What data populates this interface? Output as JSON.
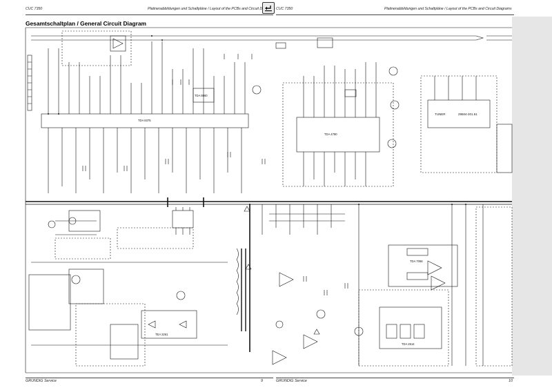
{
  "header": {
    "model_left": "CUC 7350",
    "subtitle_left": "Platinenabbildungen und Schaltpläne / Layout of the PCBs and Circuit Diagrams",
    "model_right": "CUC 7350",
    "subtitle_right": "Platinenabbildungen und Schaltpläne / Layout of the PCBs and Circuit Diagrams"
  },
  "navigation": {
    "back_icon": "return-arrow-icon"
  },
  "page_title": "Gesamtschaltplan / General Circuit Diagram",
  "diagram_labels": {
    "tuner": "TUNER",
    "tuner_part": "29504-201.51",
    "ic_main_left": "TDA 8375",
    "ic_main_right": "TDA 4780",
    "ic_audio": "TDA 7056",
    "ic_power": "TEA 2261",
    "ic_sync": "TDA 9860",
    "ic_sound": "TDA 2614"
  },
  "footer": {
    "brand_left": "GRUNDIG Service",
    "page_left": "9",
    "brand_right": "GRUNDIG Service",
    "page_right": "10"
  },
  "colors": {
    "ink": "#111111",
    "paper": "#ffffff",
    "margin_shade": "#e6e6e6"
  }
}
